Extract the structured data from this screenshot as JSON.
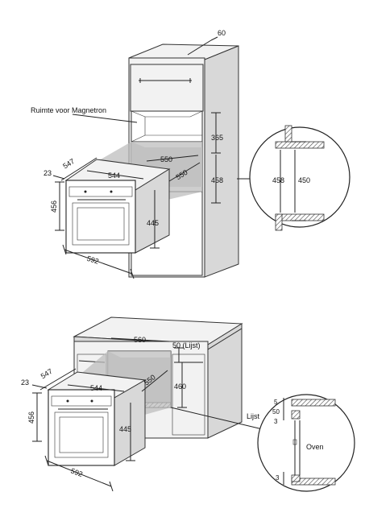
{
  "top_diagram": {
    "callout_label": "Ruimte voor Magnetron",
    "dims": {
      "top_depth": "60",
      "cavity_height_365": "365",
      "niche_width": "550",
      "niche_depth": "550",
      "niche_height": "458",
      "appliance_side_23": "23",
      "appliance_depth": "547",
      "appliance_width_inner": "544",
      "appliance_height": "456",
      "appliance_body_height": "445",
      "appliance_width": "592"
    },
    "detail": {
      "left": "458",
      "right": "450"
    }
  },
  "bottom_diagram": {
    "dims": {
      "niche_width": "560",
      "strip": "50 (Lijst)",
      "niche_depth": "550",
      "niche_height": "460",
      "appliance_side_23": "23",
      "appliance_depth": "547",
      "appliance_width_inner": "544",
      "appliance_height": "456",
      "appliance_body_height": "445",
      "appliance_width": "592"
    },
    "detail": {
      "strip_label": "Lijst",
      "oven_label": "Oven",
      "d5": "5",
      "d50": "50",
      "d3a": "3",
      "d3b": "3"
    }
  }
}
